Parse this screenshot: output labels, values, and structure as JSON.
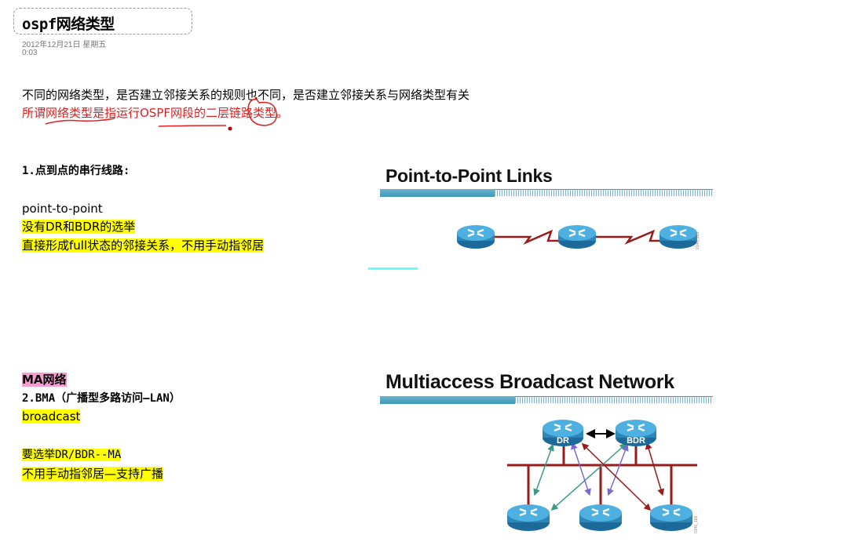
{
  "note": {
    "title": "ospf网络类型",
    "date": "2012年12月21日 星期五",
    "time": "0:03"
  },
  "intro": {
    "line1": "不同的网络类型，是否建立邻接关系的规则也不同，是否建立邻接关系与网络类型有关",
    "line2": "所谓网络类型是指运行OSPF网段的二层链路类型。"
  },
  "section1": {
    "heading": "1.点到点的串行线路:",
    "term": "point-to-point",
    "bullet1": "没有DR和BDR的选举",
    "bullet2": "直接形成full状态的邻接关系，不用手动指邻居"
  },
  "section2": {
    "label": "MA网络",
    "heading": "2.BMA（广播型多路访问—LAN）",
    "term": "broadcast",
    "bullet1": "要选举DR/BDR--MA",
    "bullet2": "不用手动指邻居—支持广播"
  },
  "figure1": {
    "title": "Point-to-Point Links",
    "id_tag": "0140_189",
    "router_icon": "router-icon",
    "link_color": "#9b1a1a"
  },
  "figure2": {
    "title": "Multiaccess Broadcast Network",
    "dr_label": "DR",
    "bdr_label": "BDR",
    "id_tag": "0140_188",
    "colors": {
      "bus": "#9b1a1a",
      "teal_arrow": "#3a9a8a",
      "purple_arrow": "#7a6ad0",
      "red_arrow": "#9b1a1a",
      "black_arrow": "#000000"
    }
  },
  "colors": {
    "highlight_yellow": "#ffff00",
    "highlight_pink": "#f79bd3",
    "annotation_red": "#e02020",
    "accent_cyan": "#66ffff"
  }
}
